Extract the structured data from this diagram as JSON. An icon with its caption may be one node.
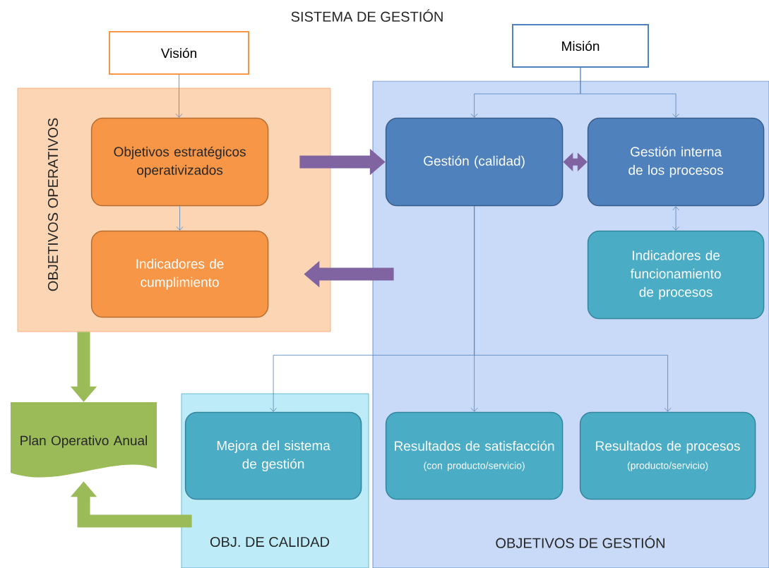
{
  "diagram": {
    "title": "SISTEMA DE GESTIÓN",
    "nodes": [
      {
        "text": [
          "Visión"
        ]
      },
      {
        "text": [
          "Misión"
        ]
      },
      {
        "text": [
          "OBJETIVOS OPERATIVOS"
        ]
      },
      {
        "text": [
          "Objetivos estratégicos operativizados"
        ],
        "in": 2
      },
      {
        "text": [
          "Indicadores de cumplimiento"
        ],
        "in": 2
      },
      {
        "text": [
          "OBJETIVOS DE GESTIÓN"
        ]
      },
      {
        "text": [
          "Gestión (calidad)"
        ],
        "in": 5
      },
      {
        "text": [
          "Gestión interna de los procesos"
        ],
        "in": 5
      },
      {
        "text": [
          "Indicadores de funcionamiento de procesos"
        ],
        "in": 5
      },
      {
        "text": [
          "Plan Operativo Anual"
        ]
      },
      {
        "text": [
          "OBJ. DE CALIDAD"
        ]
      },
      {
        "text": [
          "Mejora del sistema de gestión"
        ],
        "in": 10
      },
      {
        "text": [
          "Resultados de satisfacción",
          "(con producto/servicio)"
        ],
        "in": 5
      },
      {
        "text": [
          "Resultados de procesos",
          "(producto/servicio)"
        ],
        "in": 5
      }
    ],
    "edges": [
      {
        "from": 0,
        "to": 3,
        "arrow": "to"
      },
      {
        "from": 1,
        "to": 6,
        "arrow": "to"
      },
      {
        "from": 1,
        "to": 7,
        "arrow": "to"
      },
      {
        "from": 3,
        "to": 4,
        "arrow": "to"
      },
      {
        "from": 3,
        "to": 6,
        "arrow": "to",
        "style": "thick",
        "color": "#8064a2"
      },
      {
        "from": 6,
        "to": 7,
        "arrow": "both",
        "style": "thick",
        "color": "#8064a2"
      },
      {
        "from": 7,
        "to": 8,
        "arrow": "both"
      },
      {
        "from": 5,
        "to": 4,
        "arrow": "to",
        "style": "thick",
        "color": "#8064a2"
      },
      {
        "from": 6,
        "to": 11,
        "arrow": "to"
      },
      {
        "from": 6,
        "to": 12,
        "arrow": "to"
      },
      {
        "from": 6,
        "to": 13,
        "arrow": "to"
      },
      {
        "from": 2,
        "to": 9,
        "arrow": "to",
        "style": "thick",
        "color": "#9bbb59"
      },
      {
        "from": 10,
        "to": 9,
        "arrow": "to",
        "style": "thick",
        "color": "#9bbb59"
      }
    ]
  }
}
